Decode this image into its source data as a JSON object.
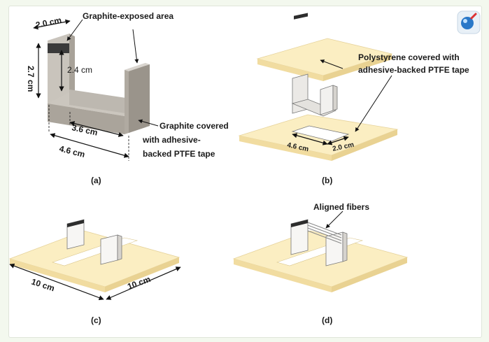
{
  "colors": {
    "background": "#f3f8ee",
    "ptfe": "#fbeec2",
    "ptfe_edge": "#f3e1a8",
    "graphite_light": "#cfcac2",
    "graphite_mid": "#b7b1a8",
    "graphite_dark": "#8c867d",
    "graphite_exposed": "#3a3a3a"
  },
  "panel_a": {
    "label": "(a)",
    "dim_width": "2.0 cm",
    "dim_height": "2.7 cm",
    "dim_inner_height": "2.4 cm",
    "dim_inner_length": "3.6 cm",
    "dim_outer_length": "4.6 cm",
    "callout_exposed": "Graphite-exposed area",
    "callout_covered_lines": [
      "Graphite covered",
      "with adhesive-",
      "backed PTFE tape"
    ]
  },
  "panel_b": {
    "label": "(b)",
    "callout_lines": [
      "Polystyrene covered with",
      "adhesive-backed PTFE tape"
    ],
    "dim_hole_length": "4.6 cm",
    "dim_hole_width": "2.0 cm"
  },
  "panel_c": {
    "label": "(c)",
    "dim_left": "10 cm",
    "dim_right": "10 cm"
  },
  "panel_d": {
    "label": "(d)",
    "callout": "Aligned fibers"
  },
  "logo_icon": "magnifier-bubble-icon"
}
